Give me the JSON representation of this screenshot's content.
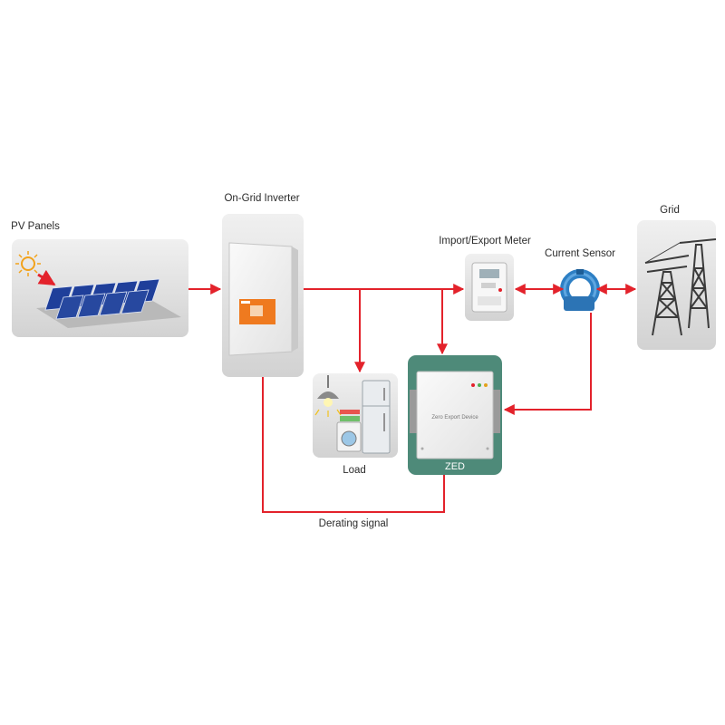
{
  "labels": {
    "pv_panels": "PV Panels",
    "inverter": "On-Grid Inverter",
    "meter": "Import/Export Meter",
    "current_sensor": "Current Sensor",
    "grid": "Grid",
    "load": "Load",
    "zed_tag": "ZED",
    "zed_device_text": "Zero Export Device",
    "derating": "Derating signal"
  },
  "colors": {
    "arrow": "#e3222b",
    "zed_frame": "#4e8a79",
    "card": "#dddddd",
    "sensor": "#2d7fc4",
    "inverter_panel": "#ef7a1f"
  },
  "icons": [
    "sun-icon",
    "solar-panel-array",
    "inverter-unit",
    "energy-meter",
    "current-clamp-sensor",
    "transmission-tower",
    "lamp-icon",
    "refrigerator-icon",
    "washing-machine-icon",
    "zero-export-device"
  ]
}
